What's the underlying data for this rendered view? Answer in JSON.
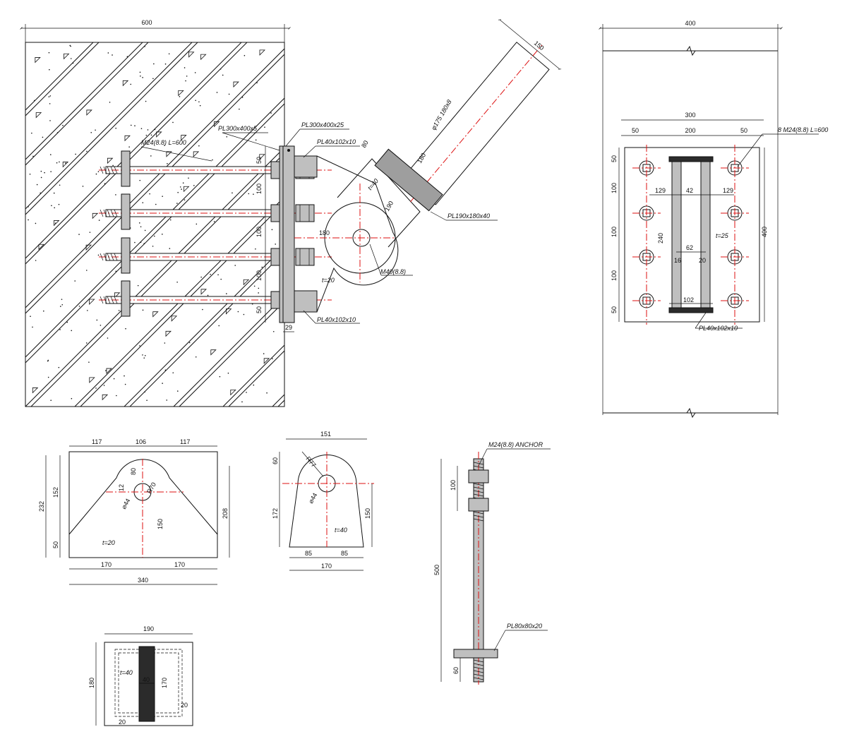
{
  "drawing": {
    "colors": {
      "line": "#111111",
      "centerline": "#dd1111",
      "plate_fill": "#bfbfbf",
      "plate_dark": "#2b2b2b"
    },
    "elevation": {
      "wall_width": "600",
      "wall_plate": "PL300x400x5",
      "base_plate": "PL300x400x25",
      "rib_top": "PL40x102x10",
      "rib_bottom": "PL40x102x10",
      "anchor": "M24(8.8) L=600",
      "pin": "M40(8.8)",
      "end_plate": "PL190x180x40",
      "tube": "φ175 180x8",
      "tube_width": "150",
      "gusset_t1": "t=40",
      "gusset_t2": "t=20",
      "d_80": "80",
      "d_180": "180",
      "d_190": "190",
      "d_180b": "180",
      "d_29": "29",
      "bolt_dims": [
        "50",
        "100",
        "100",
        "100",
        "50"
      ]
    },
    "plan": {
      "overall_width": "400",
      "plate_width": "300",
      "bolt_spacing": [
        "50",
        "200",
        "50"
      ],
      "anchors": "8 M24(8.8) L=600",
      "height": "400",
      "row_spacing": [
        "50",
        "100",
        "100",
        "100",
        "50"
      ],
      "d_129a": "129",
      "d_42": "42",
      "d_129b": "129",
      "d_240": "240",
      "thickness": "t=25",
      "d_62": "62",
      "d_16": "16",
      "d_20": "20",
      "d_102": "102",
      "rib": "PL40x102x10"
    },
    "gusset": {
      "top_dims": [
        "117",
        "106",
        "117"
      ],
      "bottom_dims": [
        "170",
        "170"
      ],
      "overall": "340",
      "h_232": "232",
      "h_152": "152",
      "h_80": "80",
      "h_50": "50",
      "h_208": "208",
      "h_150": "150",
      "r_70": "R70",
      "d_44": "⌀44",
      "d_12": "12",
      "thickness": "t=20"
    },
    "lug": {
      "top": "151",
      "h_60": "60",
      "h_172": "172",
      "h_150": "150",
      "bottom_dims": [
        "85",
        "85"
      ],
      "overall": "170",
      "r_77": "R77",
      "d_44": "⌀44",
      "thickness": "t=40"
    },
    "small_plate": {
      "width": "190",
      "height": "180",
      "thickness": "t=40",
      "d_40": "40",
      "d_170": "170",
      "d_20a": "20",
      "d_20b": "20"
    },
    "anchor_detail": {
      "label": "M24(8.8) ANCHOR",
      "h_100": "100",
      "length": "500",
      "h_60": "60",
      "plate": "PL80x80x20"
    }
  }
}
